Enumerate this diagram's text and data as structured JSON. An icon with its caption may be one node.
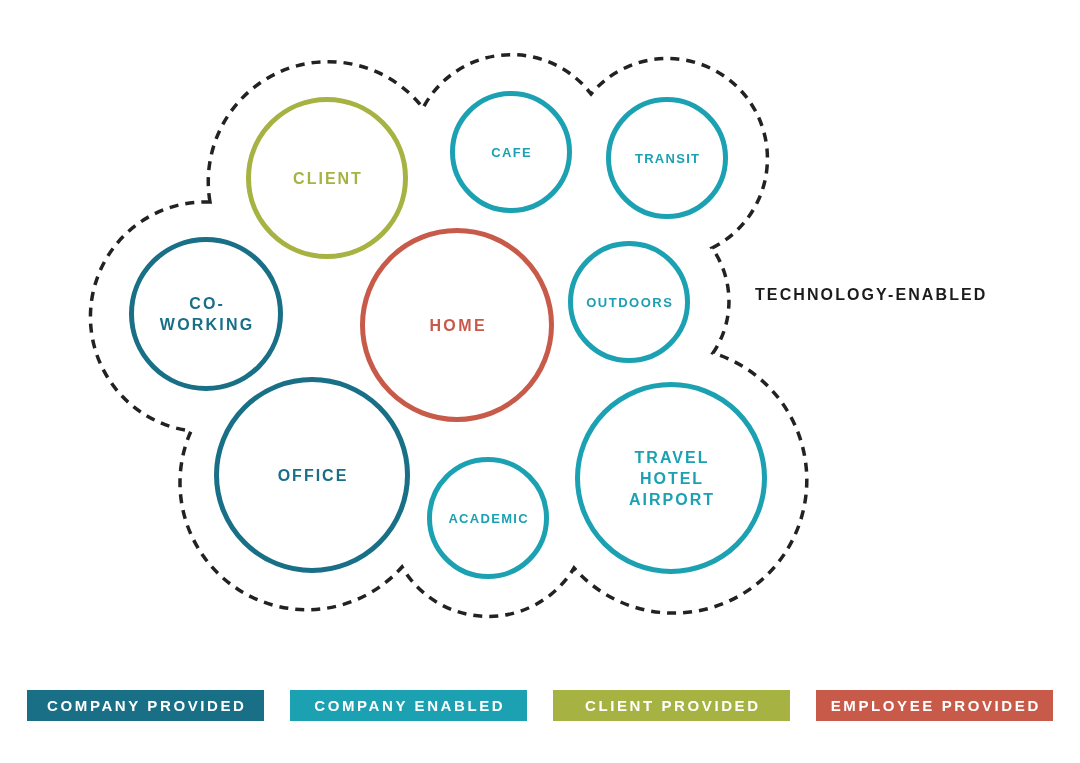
{
  "diagram": {
    "nodes": [
      {
        "text": [],
        "shape": "cloud",
        "beside": [
          "TECHNOLOGY-ENABLED"
        ]
      },
      {
        "text": [
          "CLIENT"
        ],
        "in": 0
      },
      {
        "text": [
          "CAFE"
        ],
        "in": 0
      },
      {
        "text": [
          "TRANSIT"
        ],
        "in": 0
      },
      {
        "text": [
          "CO-WORKING"
        ],
        "in": 0
      },
      {
        "text": [
          "HOME"
        ],
        "in": 0
      },
      {
        "text": [
          "OUTDOORS"
        ],
        "in": 0
      },
      {
        "text": [
          "OFFICE"
        ],
        "in": 0
      },
      {
        "text": [
          "ACADEMIC"
        ],
        "in": 0
      },
      {
        "text": [
          "TRAVEL HOTEL AIRPORT"
        ],
        "in": 0
      }
    ],
    "legend": [
      {
        "text": "COMPANY PROVIDED",
        "color": "#196f86"
      },
      {
        "text": "COMPANY ENABLED",
        "color": "#1ba1b2"
      },
      {
        "text": "CLIENT PROVIDED",
        "color": "#a6b343"
      },
      {
        "text": "EMPLOYEE PROVIDED",
        "color": "#c85a4a"
      }
    ]
  }
}
